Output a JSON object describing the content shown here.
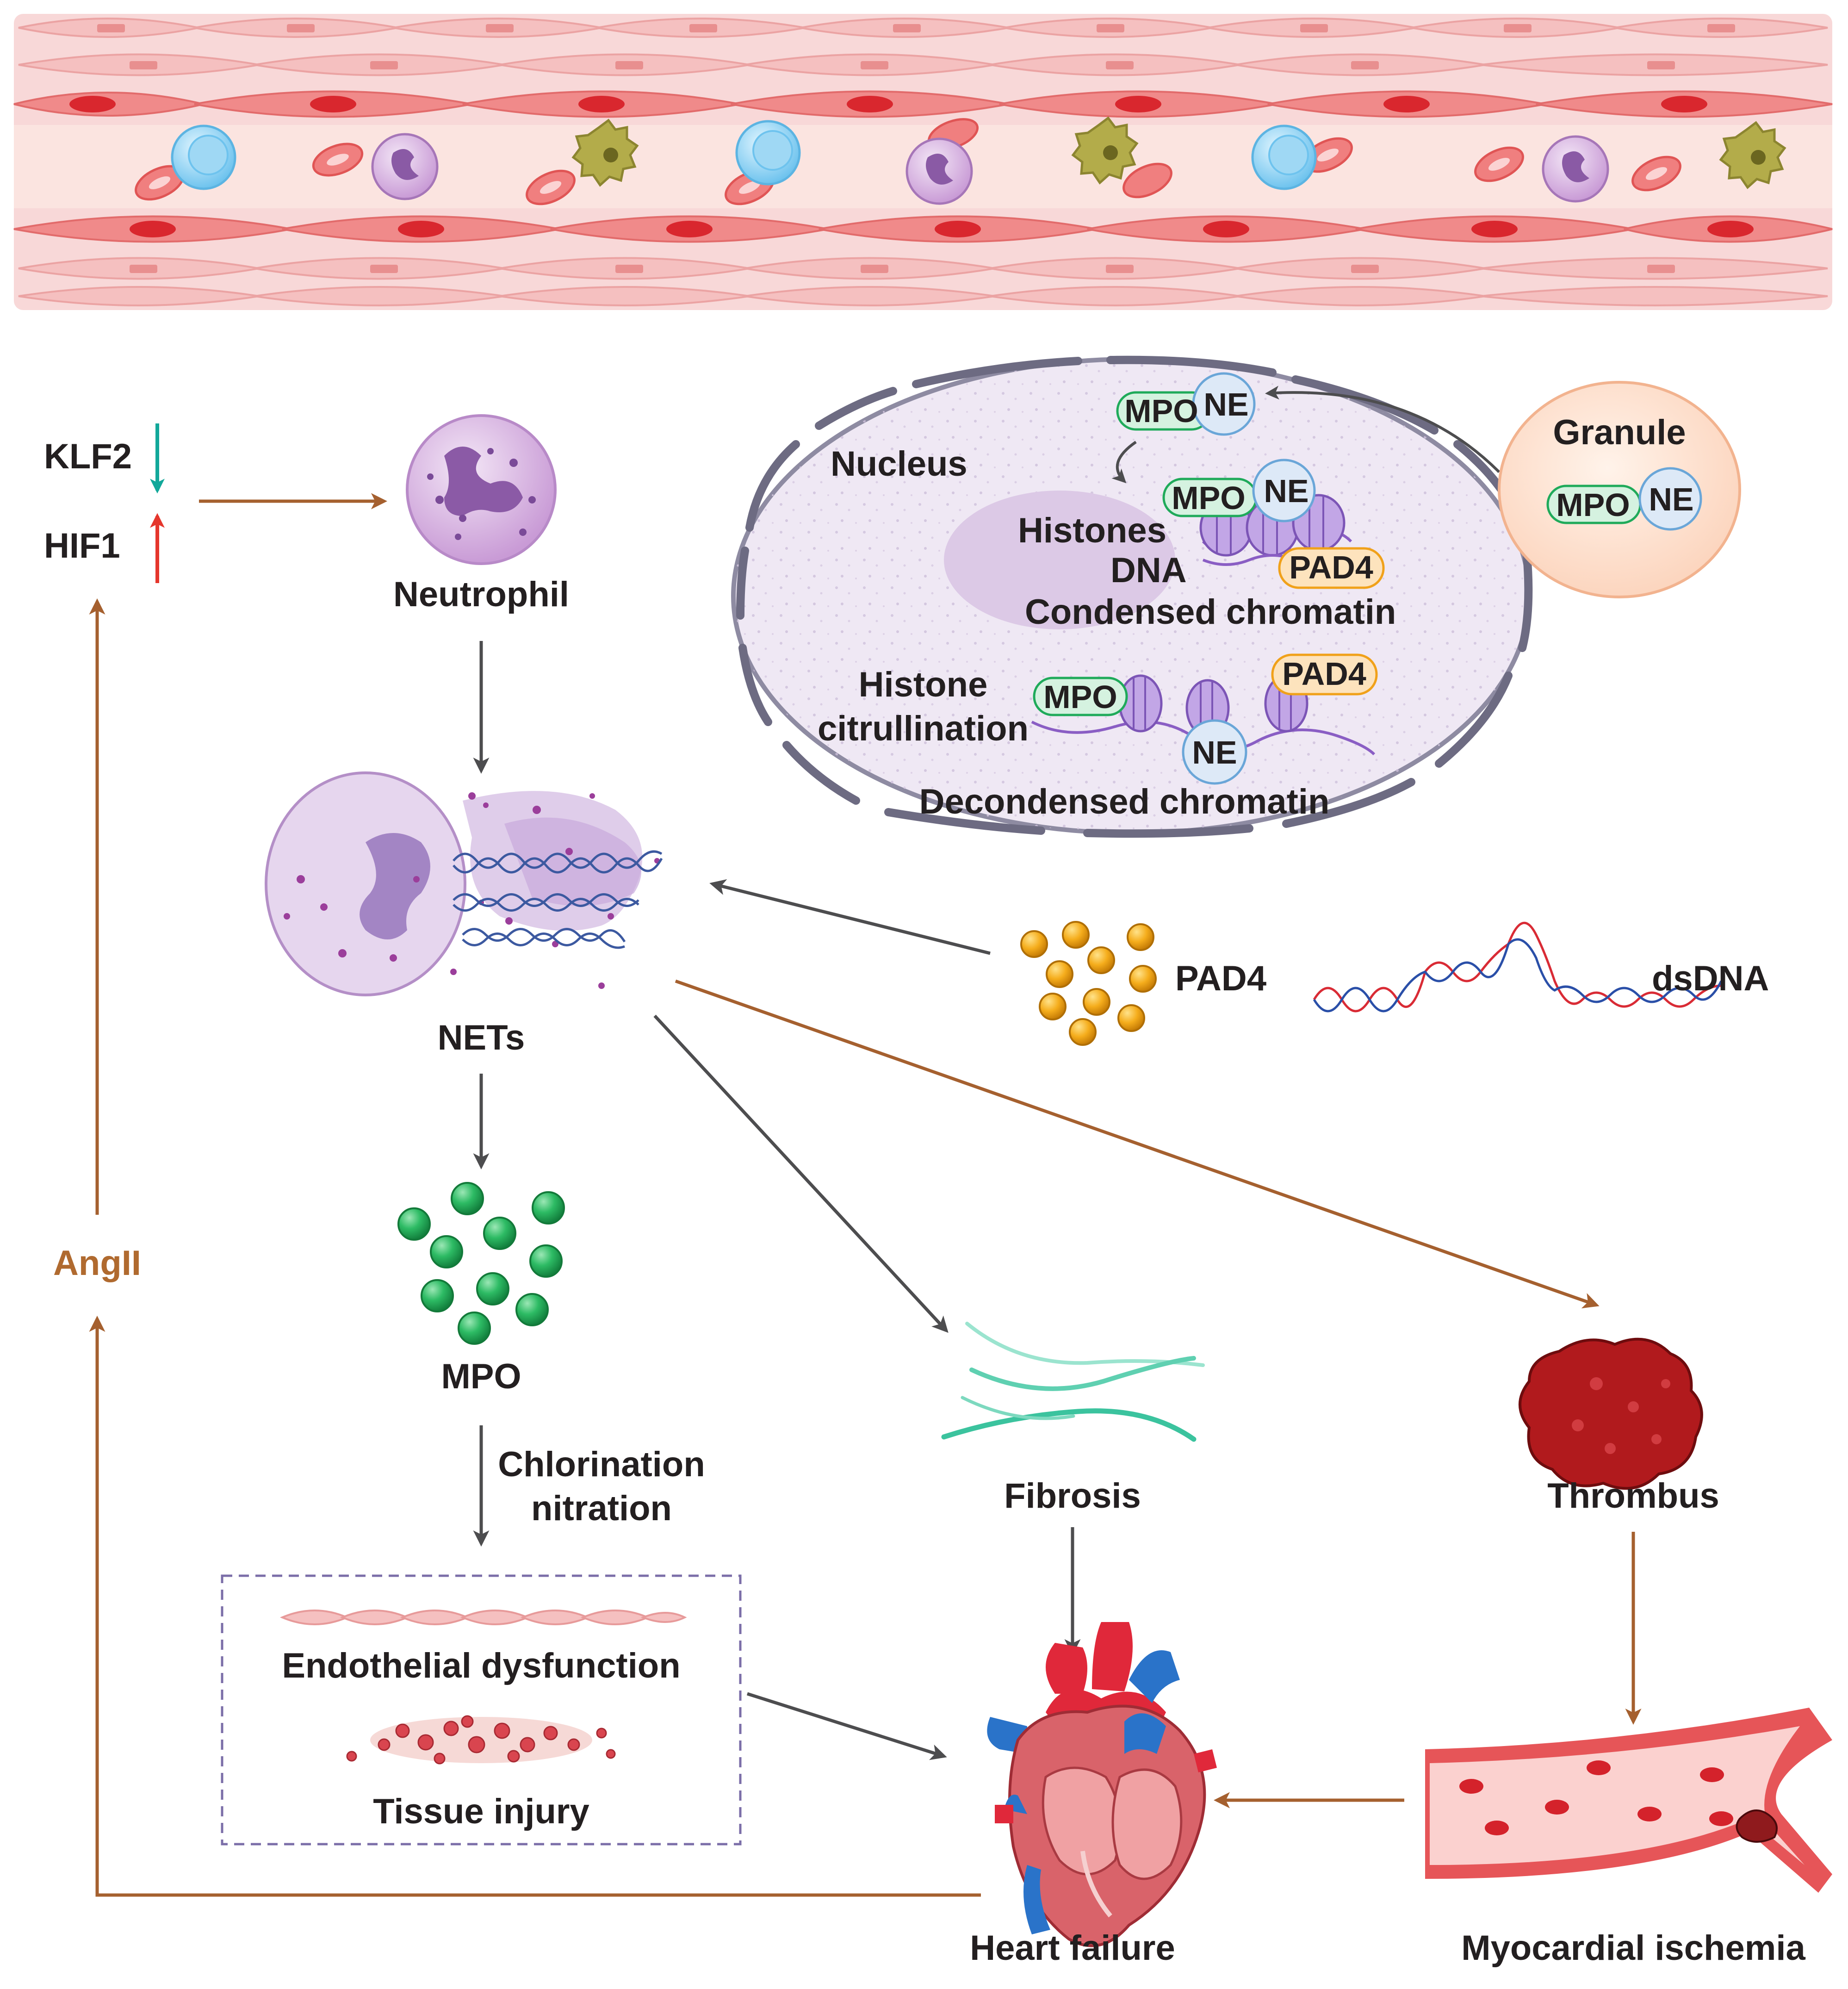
{
  "labels": {
    "klf2": "KLF2",
    "hif1": "HIF1",
    "neutrophil": "Neutrophil",
    "nets": "NETs",
    "mpo": "MPO",
    "chlorination": "Chlorination",
    "nitration": "nitration",
    "endothelial_dysfunction": "Endothelial dysfunction",
    "tissue_injury": "Tissue injury",
    "fibrosis": "Fibrosis",
    "thrombus": "Thrombus",
    "heart_failure": "Heart failure",
    "myocardial_ischemia": "Myocardial ischemia",
    "angii": "AngII",
    "pad4": "PAD4",
    "dsdna": "dsDNA",
    "granule": "Granule",
    "nucleus": "Nucleus",
    "histones": "Histones",
    "dna": "DNA",
    "condensed_chromatin": "Condensed chromatin",
    "histone": "Histone",
    "citrullination": "citrullination",
    "decondensed_chromatin": "Decondensed chromatin"
  },
  "pills": {
    "mpo": "MPO",
    "ne": "NE",
    "pad4": "PAD4"
  },
  "colors": {
    "brown_arrow": "#a5602f",
    "gray_arrow": "#4d4d4f",
    "mpo_green": "#1faa5a",
    "pad4_orange": "#f0a11a",
    "vessel_pink": "#f6c9c9",
    "nucleus_fill": "#ece4f1",
    "klf2_down": "#12a89a",
    "hif1_up": "#e5362c"
  },
  "icons": {
    "klf2_indicator": "arrow-down-icon",
    "hif1_indicator": "arrow-up-icon"
  }
}
